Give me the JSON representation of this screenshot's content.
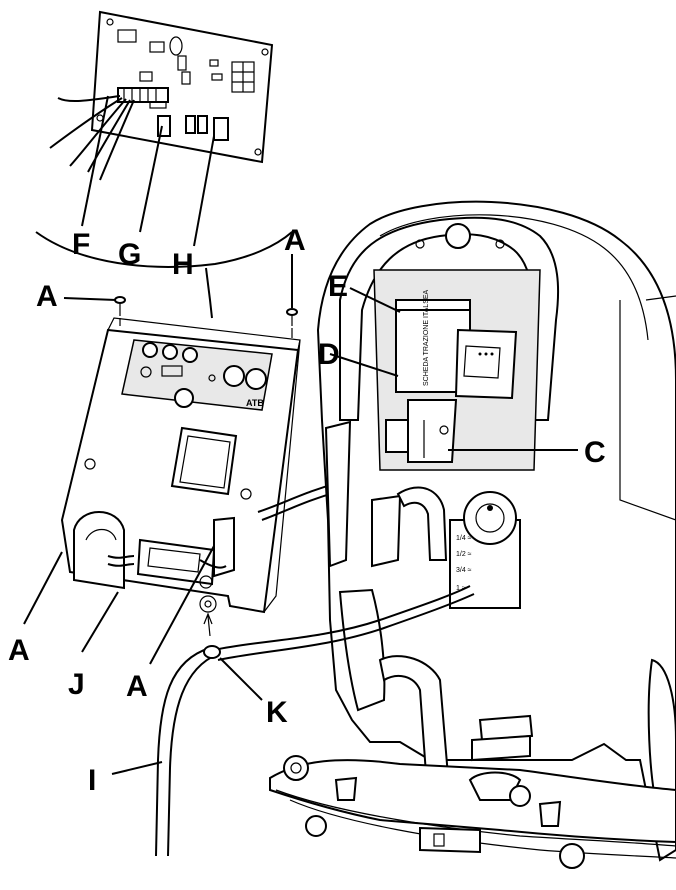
{
  "figure": {
    "callouts": {
      "A1": "A",
      "A2": "A",
      "A3": "A",
      "A4": "A",
      "C": "C",
      "D": "D",
      "E": "E",
      "F": "F",
      "G": "G",
      "H": "H",
      "I": "I",
      "J": "J",
      "K": "K"
    },
    "panel_texts": {
      "scheda": "SCHEDA TRAZIONE ITALSEA",
      "brush_1": "1/4 ≈",
      "brush_2": "1/2 ≈",
      "brush_3": "3/4 ≈",
      "brush_4": "1 ≈",
      "logo": "ATB"
    }
  }
}
